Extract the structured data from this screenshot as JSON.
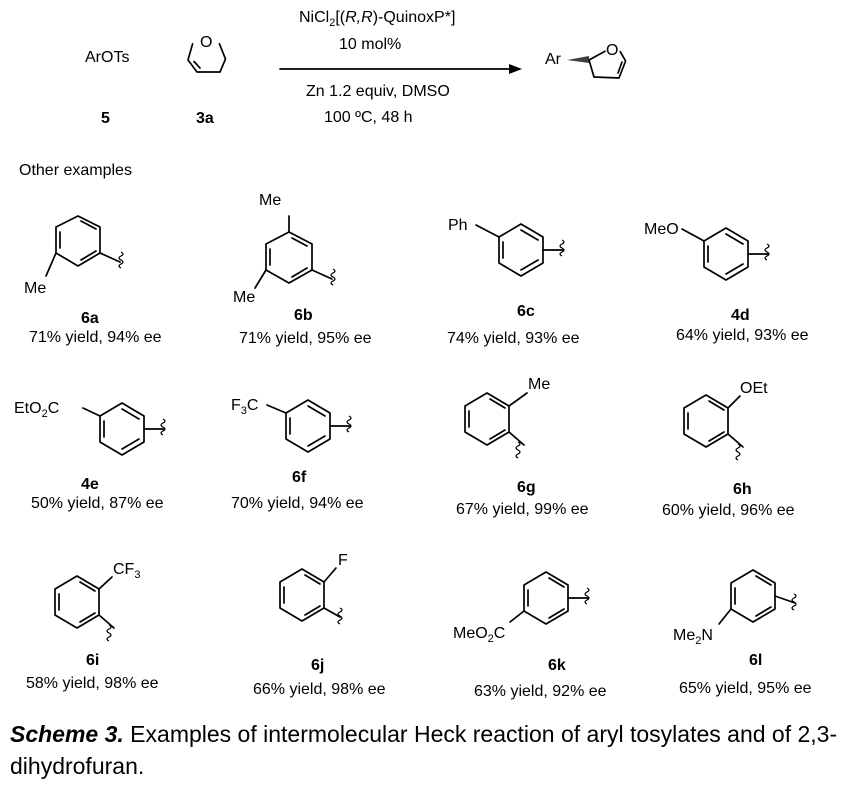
{
  "reaction": {
    "reactant1": "ArOTs",
    "reactant1_id": "5",
    "reactant2_id": "3a",
    "ring_heteroatom": "O",
    "catalyst": {
      "prefix": "NiCl",
      "sub": "2",
      "bracket_open": "[(",
      "italic": "R,R",
      "rest": ")-QuinoxP*]"
    },
    "loading": "10 mol%",
    "reductant": "Zn 1.2 equiv, DMSO",
    "conditions": "100 ºC, 48 h",
    "product_ar": "Ar"
  },
  "section_label": "Other examples",
  "examples": [
    {
      "id": "6a",
      "yield": "71% yield, 94% ee",
      "labels": [
        "Me"
      ]
    },
    {
      "id": "6b",
      "yield": "71% yield, 95% ee",
      "labels": [
        "Me",
        "Me"
      ]
    },
    {
      "id": "6c",
      "yield": "74% yield, 93% ee",
      "labels": [
        "Ph"
      ]
    },
    {
      "id": "4d",
      "yield": "64% yield, 93% ee",
      "labels": [
        "MeO"
      ]
    },
    {
      "id": "4e",
      "yield": "50% yield, 87% ee",
      "labels": [
        "EtO",
        "2",
        "C"
      ]
    },
    {
      "id": "6f",
      "yield": "70% yield, 94% ee",
      "labels": [
        "F",
        "3",
        "C"
      ]
    },
    {
      "id": "6g",
      "yield": "67% yield, 99% ee",
      "labels": [
        "Me"
      ]
    },
    {
      "id": "6h",
      "yield": "60% yield, 96% ee",
      "labels": [
        "OEt"
      ]
    },
    {
      "id": "6i",
      "yield": "58% yield, 98% ee",
      "labels": [
        "CF",
        "3"
      ]
    },
    {
      "id": "6j",
      "yield": "66% yield, 98% ee",
      "labels": [
        "F"
      ]
    },
    {
      "id": "6k",
      "yield": "63% yield, 92% ee",
      "labels": [
        "MeO",
        "2",
        "C"
      ]
    },
    {
      "id": "6l",
      "yield": "65% yield, 95% ee",
      "labels": [
        "Me",
        "2",
        "N"
      ]
    }
  ],
  "caption": {
    "title": "Scheme 3.",
    "text": " Examples of intermolecular Heck reaction of aryl tosylates and of 2,3-dihydrofuran."
  }
}
